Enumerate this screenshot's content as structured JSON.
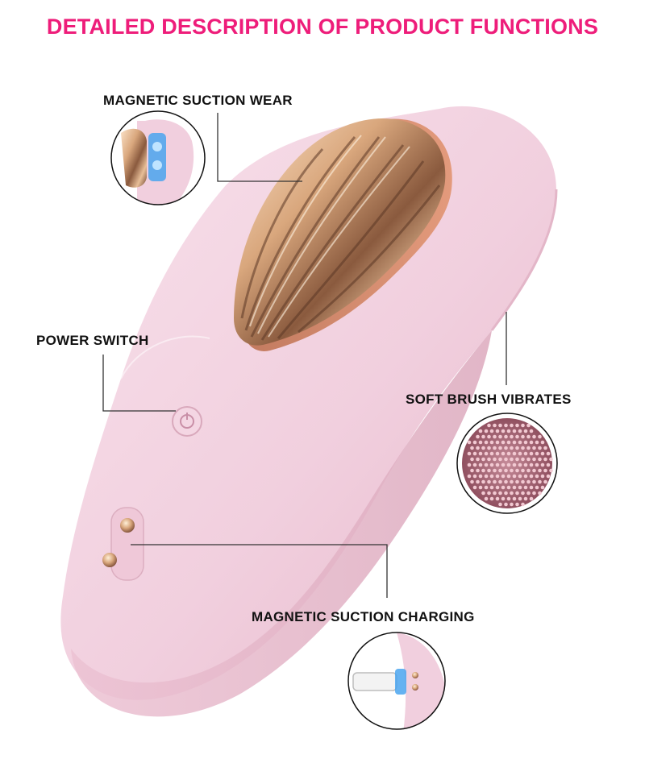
{
  "header": {
    "title": "DETAILED DESCRIPTION OF PRODUCT FUNCTIONS"
  },
  "callouts": {
    "magnetic_wear": "MAGNETIC SUCTION WEAR",
    "power_switch": "POWER SWITCH",
    "soft_brush": "SOFT BRUSH VIBRATES",
    "magnetic_charging": "MAGNETIC SUCTION CHARGING"
  },
  "colors": {
    "title": "#ee1d7a",
    "body_pink": "#f3d3e1",
    "gold": "#d9a77d",
    "leader_line": "#333333"
  }
}
